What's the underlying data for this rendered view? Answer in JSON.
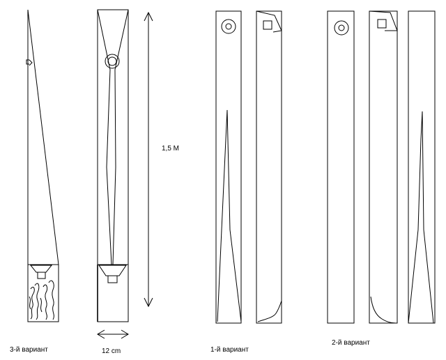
{
  "labels": {
    "height": "1,5 M",
    "width": "12 cm",
    "variant3": "3-й вариант",
    "variant1": "1-й вариант",
    "variant2": "2-й вариант"
  }
}
